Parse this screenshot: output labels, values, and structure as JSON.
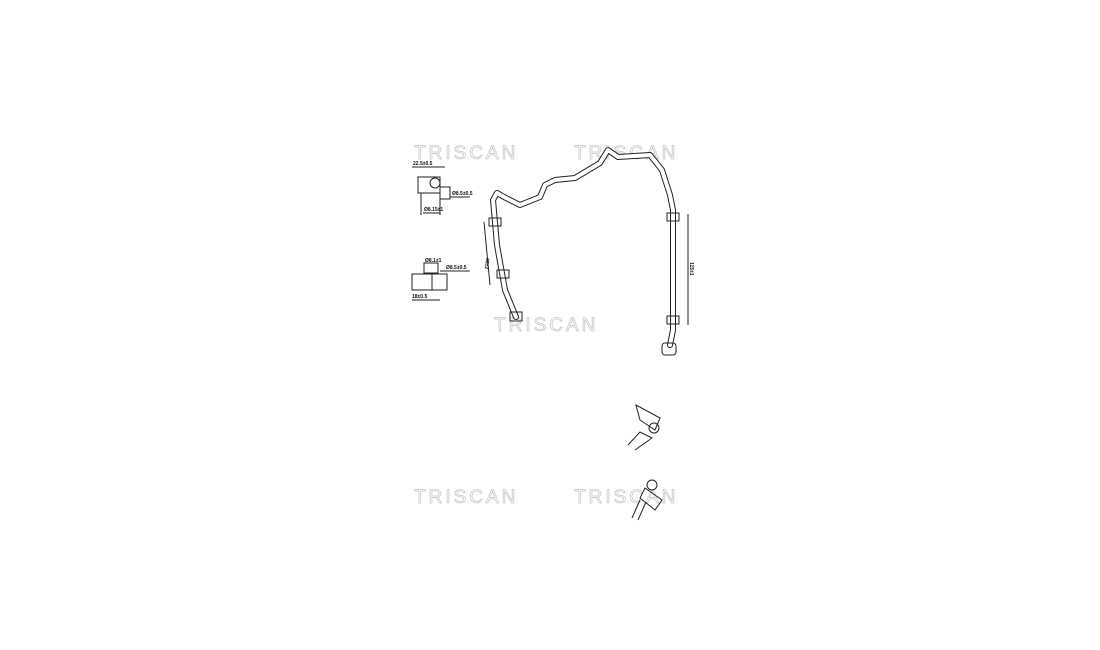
{
  "watermark": "TRISCAN",
  "dimensions": {
    "detail_top_width": "22.5±0.5",
    "detail_top_diameter": "Ø8.5±0.5",
    "detail_top_inner": "Ø8.15±1",
    "detail_bottom_inner": "Ø8.1±1",
    "detail_bottom_diameter": "Ø8.5±0.5",
    "detail_bottom_width": "18±0.5",
    "hose_left_length": "88±2",
    "hose_right_length": "115±1"
  }
}
